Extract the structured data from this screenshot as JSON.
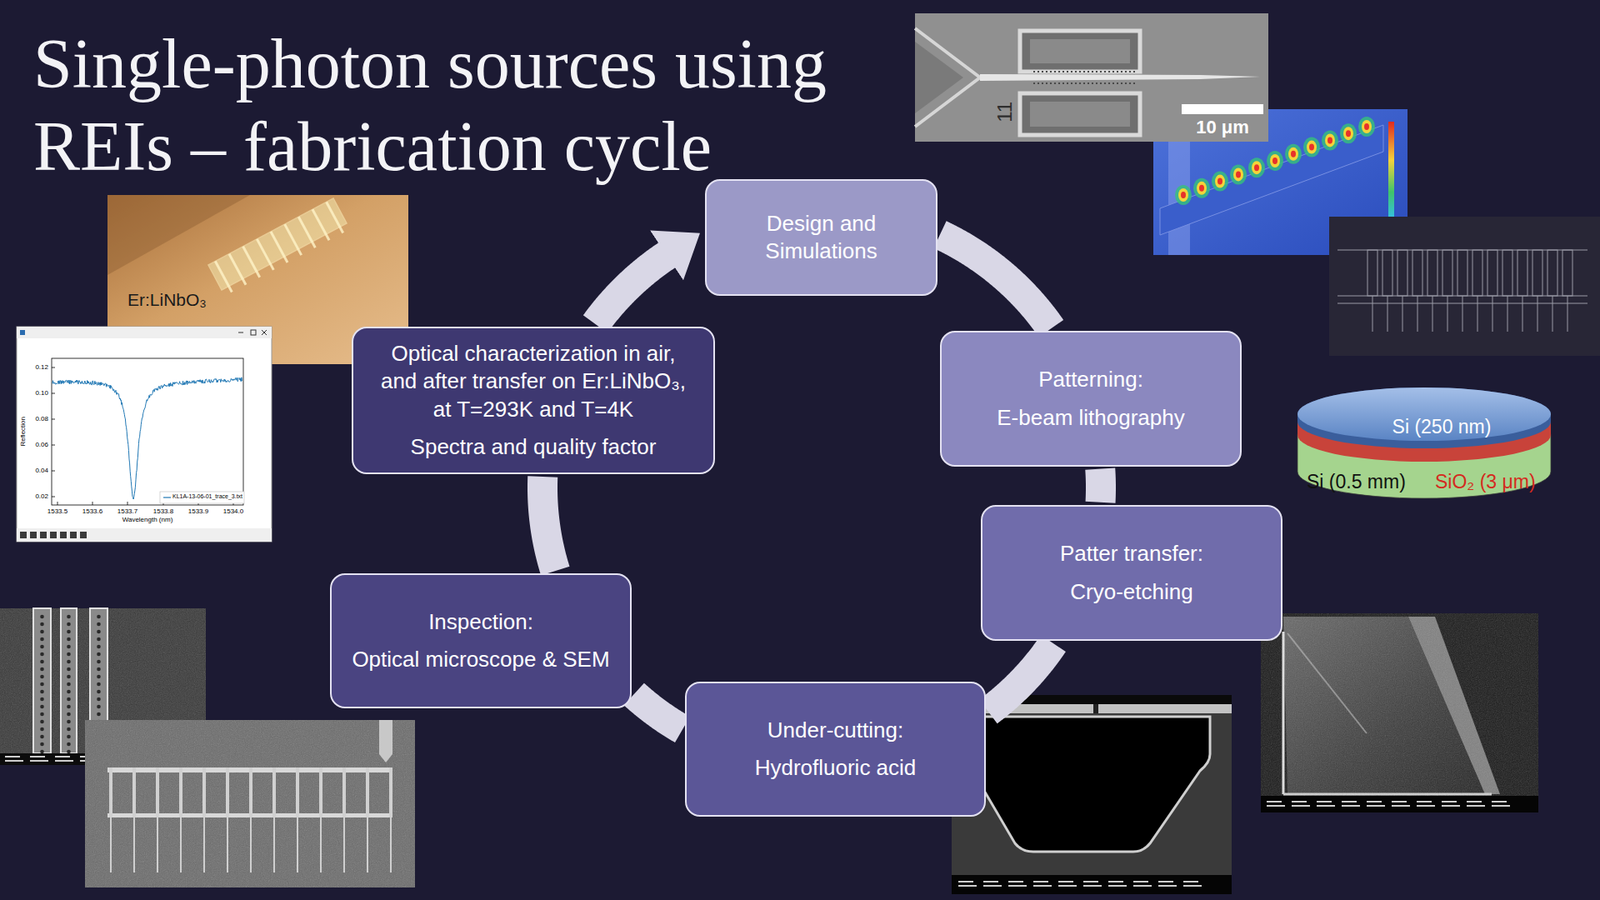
{
  "diagram": {
    "title": "Single-photon sources using REIs – fabrication cycle",
    "nodes": [
      {
        "text": [
          "Design and Simulations"
        ]
      },
      {
        "text": [
          "Patterning:",
          "E-beam lithography"
        ]
      },
      {
        "text": [
          "Patter transfer:",
          "Cryo-etching"
        ]
      },
      {
        "text": [
          "Under-cutting:",
          "Hydrofluoric acid"
        ]
      },
      {
        "text": [
          "Inspection:",
          "Optical microscope & SEM"
        ]
      },
      {
        "text": [
          "Optical characterization in air, and after transfer on Er:LiNbO₃, at T=293K and T=4K",
          "Spectra and quality factor"
        ]
      }
    ],
    "edges": [
      {
        "from": 0,
        "to": 1,
        "arrow": "none"
      },
      {
        "from": 1,
        "to": 2,
        "arrow": "none"
      },
      {
        "from": 2,
        "to": 3,
        "arrow": "none"
      },
      {
        "from": 3,
        "to": 4,
        "arrow": "none"
      },
      {
        "from": 4,
        "to": 5,
        "arrow": "none"
      },
      {
        "from": 5,
        "to": 0,
        "arrow": "to"
      }
    ],
    "labels": [
      "10 μm",
      "11",
      "Er:LiNbO₃",
      "Si (250 nm)",
      "Si (0.5 mm)",
      "SiO₂ (3 μm)",
      "0.12",
      "0.10",
      "0.08",
      "0.06",
      "0.04",
      "0.02",
      "1533.5",
      "1533.6",
      "1533.7",
      "1533.8",
      "1533.9",
      "1534.0",
      "Wavelength (nm)",
      "Reflection",
      "KL1A-13-06-01_trace_3.txt"
    ]
  }
}
